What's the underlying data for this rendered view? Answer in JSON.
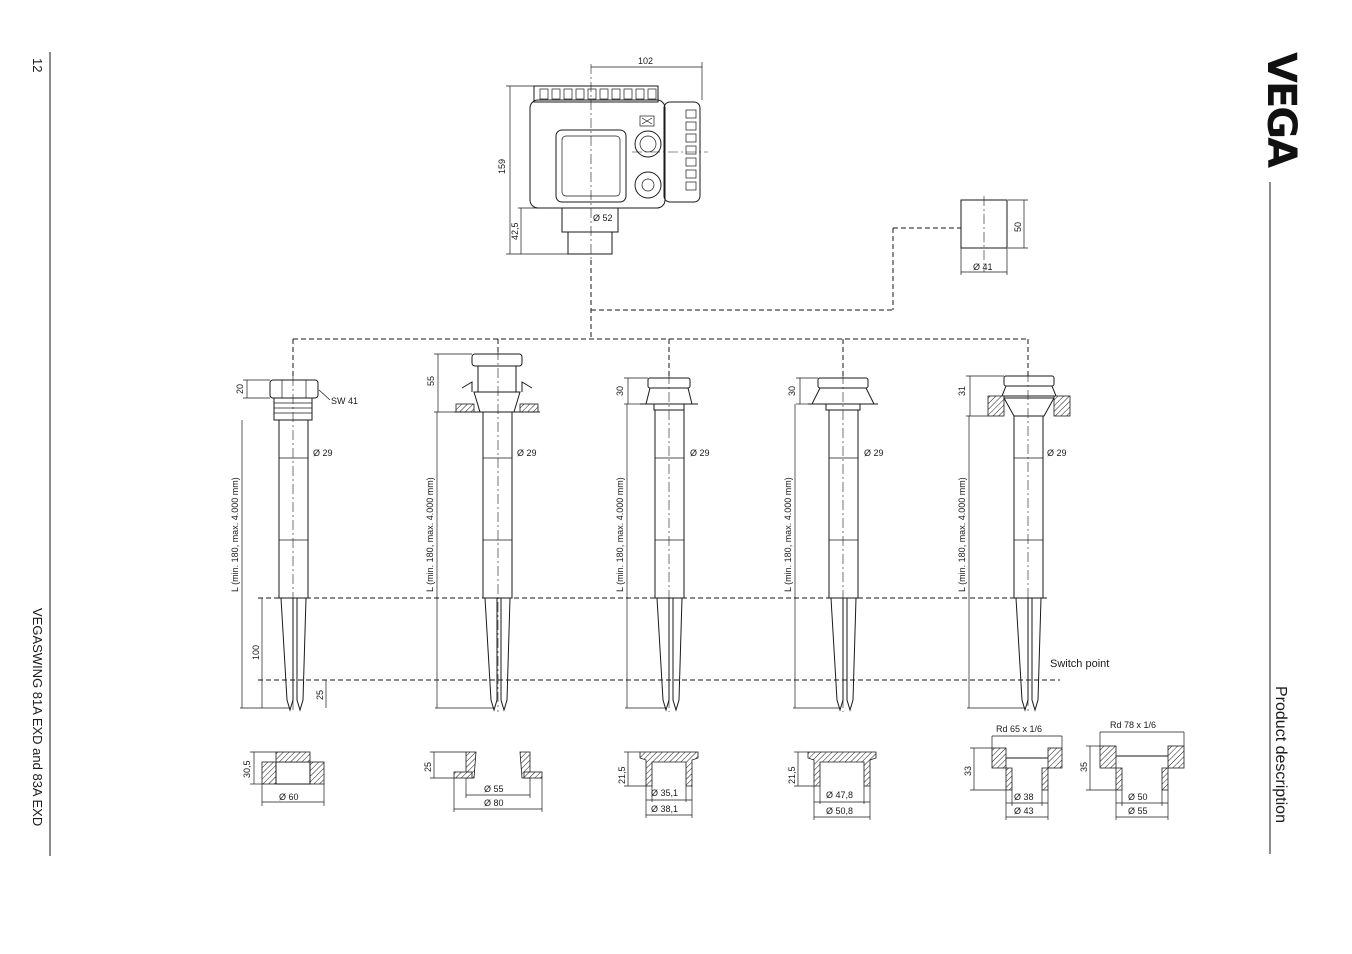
{
  "page": {
    "page_number": "12",
    "document_title": "VEGASWING 81A EXD and 83A EXD",
    "section_title": "Product description",
    "logo_text": "VEGA"
  },
  "housing": {
    "dim_width": "102",
    "dim_height": "159",
    "dim_neck": "42,5",
    "dim_neck_dia": "Ø 52"
  },
  "adapter": {
    "dim_height": "50",
    "dim_dia": "Ø 41"
  },
  "probes": {
    "length_label": "L (min. 180, max. 4.000 mm)",
    "tube_dia": "Ø 29",
    "fork_length": "100",
    "switch_offset": "25",
    "switch_point_label": "Switch point",
    "items": [
      {
        "head_dim": "20",
        "extra_label": "SW 41"
      },
      {
        "head_dim": "55"
      },
      {
        "head_dim": "30"
      },
      {
        "head_dim": "30"
      },
      {
        "head_dim": "31"
      }
    ]
  },
  "fittings": [
    {
      "height": "30,5",
      "dia1": "Ø 60"
    },
    {
      "height": "25",
      "dia1": "Ø 55",
      "dia2": "Ø 80"
    },
    {
      "height": "21,5",
      "dia1": "Ø 35,1",
      "dia2": "Ø 38,1"
    },
    {
      "height": "21,5",
      "dia1": "Ø 47,8",
      "dia2": "Ø 50,8"
    },
    {
      "height": "33",
      "thread": "Rd 65 x 1/6",
      "dia1": "Ø 38",
      "dia2": "Ø 43"
    },
    {
      "height": "35",
      "thread": "Rd 78 x 1/6",
      "dia1": "Ø 50",
      "dia2": "Ø 55"
    }
  ]
}
